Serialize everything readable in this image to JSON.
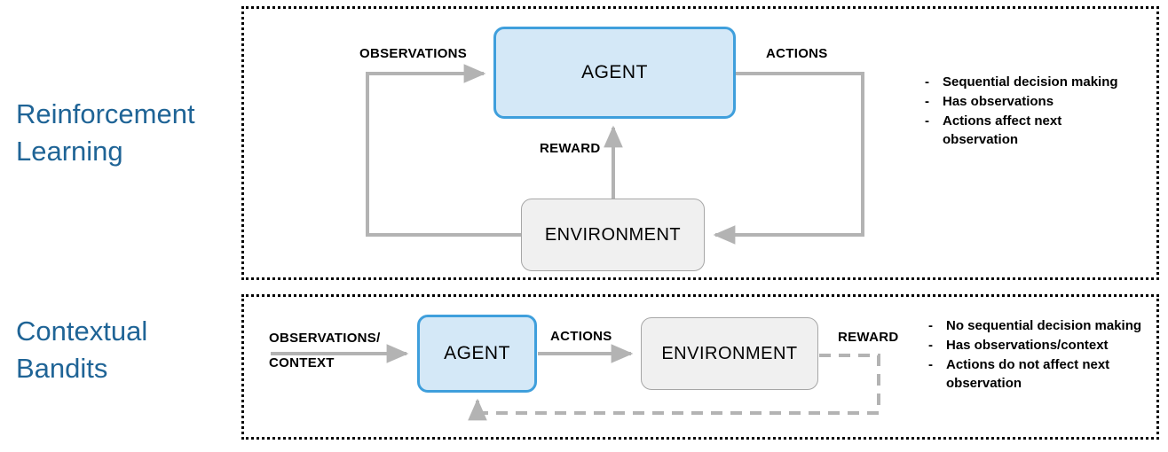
{
  "sections": [
    {
      "id": "reinforcement-learning",
      "title": "Reinforcement\nLearning",
      "nodes": {
        "agent": "AGENT",
        "environment": "ENVIRONMENT"
      },
      "edges": {
        "observations": "OBSERVATIONS",
        "actions": "ACTIONS",
        "reward": "REWARD"
      },
      "bullets": [
        "Sequential decision making",
        "Has observations",
        "Actions affect next observation"
      ]
    },
    {
      "id": "contextual-bandits",
      "title": "Contextual\nBandits",
      "nodes": {
        "agent": "AGENT",
        "environment": "ENVIRONMENT"
      },
      "edges": {
        "observations": "OBSERVATIONS/\nCONTEXT",
        "actions": "ACTIONS",
        "reward": "REWARD"
      },
      "bullets": [
        "No sequential decision making",
        "Has observations/context",
        "Actions do not affect next observation"
      ]
    }
  ],
  "colors": {
    "heading": "#1f6496",
    "agent_fill": "#d4e8f7",
    "agent_border": "#3f9fdc",
    "environment_fill": "#f0f0f0",
    "environment_border": "#a6a6a6",
    "wire": "#b3b3b3",
    "panel_border": "#000000",
    "text": "#000000"
  }
}
